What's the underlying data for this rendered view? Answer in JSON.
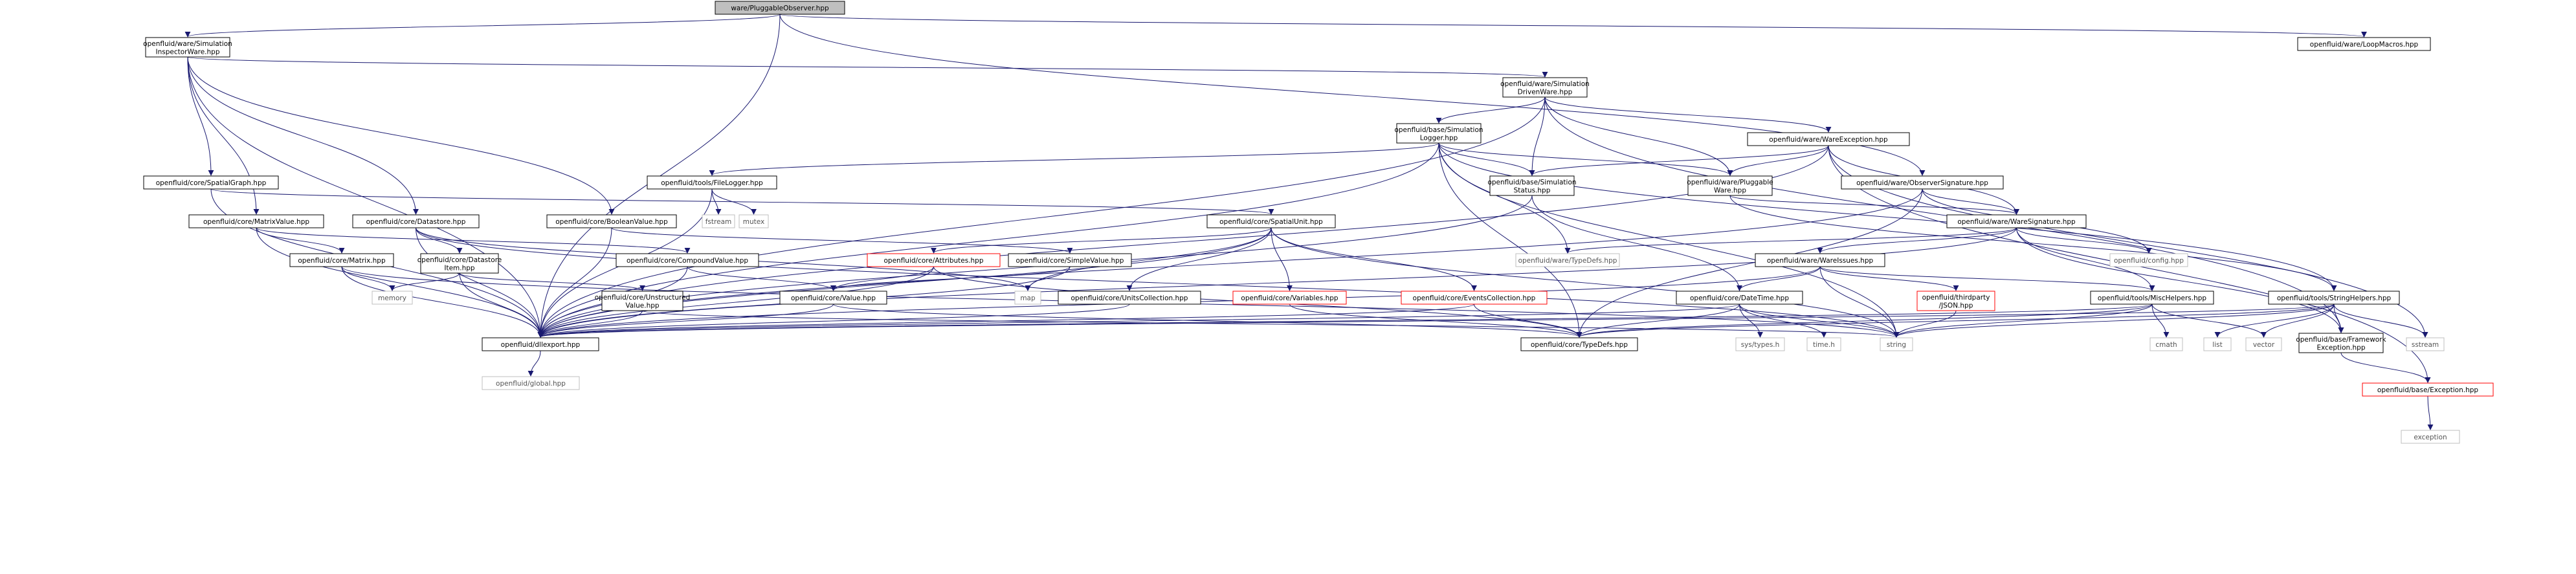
{
  "graph": {
    "nodes": [
      {
        "id": "root",
        "label": [
          "ware/PluggableObserver.hpp"
        ],
        "style": "root"
      },
      {
        "id": "siw",
        "label": [
          "openfluid/ware/Simulation",
          "InspectorWare.hpp"
        ],
        "style": "normal"
      },
      {
        "id": "loopmacros",
        "label": [
          "openfluid/ware/LoopMacros.hpp"
        ],
        "style": "normal"
      },
      {
        "id": "sdw",
        "label": [
          "openfluid/ware/Simulation",
          "DrivenWare.hpp"
        ],
        "style": "normal"
      },
      {
        "id": "simlogger",
        "label": [
          "openfluid/base/Simulation",
          "Logger.hpp"
        ],
        "style": "normal"
      },
      {
        "id": "wareexc",
        "label": [
          "openfluid/ware/WareException.hpp"
        ],
        "style": "normal"
      },
      {
        "id": "spatialgraph",
        "label": [
          "openfluid/core/SpatialGraph.hpp"
        ],
        "style": "normal"
      },
      {
        "id": "filelogger",
        "label": [
          "openfluid/tools/FileLogger.hpp"
        ],
        "style": "normal"
      },
      {
        "id": "simstatus",
        "label": [
          "openfluid/base/Simulation",
          "Status.hpp"
        ],
        "style": "normal"
      },
      {
        "id": "pluggableware",
        "label": [
          "openfluid/ware/Pluggable",
          "Ware.hpp"
        ],
        "style": "normal"
      },
      {
        "id": "obssig",
        "label": [
          "openfluid/ware/ObserverSignature.hpp"
        ],
        "style": "normal"
      },
      {
        "id": "matrixvalue",
        "label": [
          "openfluid/core/MatrixValue.hpp"
        ],
        "style": "normal"
      },
      {
        "id": "datastore",
        "label": [
          "openfluid/core/Datastore.hpp"
        ],
        "style": "normal"
      },
      {
        "id": "booleanvalue",
        "label": [
          "openfluid/core/BooleanValue.hpp"
        ],
        "style": "normal"
      },
      {
        "id": "fstream",
        "label": [
          "fstream"
        ],
        "style": "sys"
      },
      {
        "id": "mutex",
        "label": [
          "mutex"
        ],
        "style": "sys"
      },
      {
        "id": "spatialunit",
        "label": [
          "openfluid/core/SpatialUnit.hpp"
        ],
        "style": "normal"
      },
      {
        "id": "waresig",
        "label": [
          "openfluid/ware/WareSignature.hpp"
        ],
        "style": "normal"
      },
      {
        "id": "matrix",
        "label": [
          "openfluid/core/Matrix.hpp"
        ],
        "style": "normal"
      },
      {
        "id": "dsitem",
        "label": [
          "openfluid/core/Datastore",
          "Item.hpp"
        ],
        "style": "normal"
      },
      {
        "id": "compoundvalue",
        "label": [
          "openfluid/core/CompoundValue.hpp"
        ],
        "style": "normal"
      },
      {
        "id": "attributes",
        "label": [
          "openfluid/core/Attributes.hpp"
        ],
        "style": "red"
      },
      {
        "id": "simplevalue",
        "label": [
          "openfluid/core/SimpleValue.hpp"
        ],
        "style": "normal"
      },
      {
        "id": "waretypedefs",
        "label": [
          "openfluid/ware/TypeDefs.hpp"
        ],
        "style": "sys"
      },
      {
        "id": "wareissues",
        "label": [
          "openfluid/ware/WareIssues.hpp"
        ],
        "style": "normal"
      },
      {
        "id": "config",
        "label": [
          "openfluid/config.hpp"
        ],
        "style": "sys"
      },
      {
        "id": "memory",
        "label": [
          "memory"
        ],
        "style": "sys"
      },
      {
        "id": "unstructured",
        "label": [
          "openfluid/core/Unstructured",
          "Value.hpp"
        ],
        "style": "normal"
      },
      {
        "id": "value",
        "label": [
          "openfluid/core/Value.hpp"
        ],
        "style": "normal"
      },
      {
        "id": "map",
        "label": [
          "map"
        ],
        "style": "sys"
      },
      {
        "id": "unitscoll",
        "label": [
          "openfluid/core/UnitsCollection.hpp"
        ],
        "style": "normal"
      },
      {
        "id": "variables",
        "label": [
          "openfluid/core/Variables.hpp"
        ],
        "style": "red"
      },
      {
        "id": "eventscoll",
        "label": [
          "openfluid/core/EventsCollection.hpp"
        ],
        "style": "red"
      },
      {
        "id": "datetime",
        "label": [
          "openfluid/core/DateTime.hpp"
        ],
        "style": "normal"
      },
      {
        "id": "json",
        "label": [
          "openfluid/thirdparty",
          "/JSON.hpp"
        ],
        "style": "red"
      },
      {
        "id": "mischelpers",
        "label": [
          "openfluid/tools/MiscHelpers.hpp"
        ],
        "style": "normal"
      },
      {
        "id": "stringhelpers",
        "label": [
          "openfluid/tools/StringHelpers.hpp"
        ],
        "style": "normal"
      },
      {
        "id": "dllexport",
        "label": [
          "openfluid/dllexport.hpp"
        ],
        "style": "normal"
      },
      {
        "id": "coretypedefs",
        "label": [
          "openfluid/core/TypeDefs.hpp"
        ],
        "style": "normal"
      },
      {
        "id": "systypes",
        "label": [
          "sys/types.h"
        ],
        "style": "sys"
      },
      {
        "id": "timeh",
        "label": [
          "time.h"
        ],
        "style": "sys"
      },
      {
        "id": "string",
        "label": [
          "string"
        ],
        "style": "sys"
      },
      {
        "id": "cmath",
        "label": [
          "cmath"
        ],
        "style": "sys"
      },
      {
        "id": "list",
        "label": [
          "list"
        ],
        "style": "sys"
      },
      {
        "id": "vector",
        "label": [
          "vector"
        ],
        "style": "sys"
      },
      {
        "id": "frameworkexc",
        "label": [
          "openfluid/base/Framework",
          "Exception.hpp"
        ],
        "style": "normal"
      },
      {
        "id": "sstream",
        "label": [
          "sstream"
        ],
        "style": "sys"
      },
      {
        "id": "global",
        "label": [
          "openfluid/global.hpp"
        ],
        "style": "sys"
      },
      {
        "id": "baseexc",
        "label": [
          "openfluid/base/Exception.hpp"
        ],
        "style": "red"
      },
      {
        "id": "exception",
        "label": [
          "exception"
        ],
        "style": "sys"
      }
    ],
    "edges": [
      [
        "root",
        "siw"
      ],
      [
        "root",
        "loopmacros"
      ],
      [
        "root",
        "obssig"
      ],
      [
        "root",
        "dllexport"
      ],
      [
        "siw",
        "sdw"
      ],
      [
        "siw",
        "spatialgraph"
      ],
      [
        "siw",
        "matrixvalue"
      ],
      [
        "siw",
        "datastore"
      ],
      [
        "siw",
        "booleanvalue"
      ],
      [
        "siw",
        "dllexport"
      ],
      [
        "sdw",
        "simlogger"
      ],
      [
        "sdw",
        "wareexc"
      ],
      [
        "sdw",
        "simstatus"
      ],
      [
        "sdw",
        "pluggableware"
      ],
      [
        "sdw",
        "frameworkexc"
      ],
      [
        "sdw",
        "dllexport"
      ],
      [
        "simlogger",
        "filelogger"
      ],
      [
        "simlogger",
        "simstatus"
      ],
      [
        "simlogger",
        "pluggableware"
      ],
      [
        "simlogger",
        "waretypedefs"
      ],
      [
        "simlogger",
        "stringhelpers"
      ],
      [
        "simlogger",
        "coretypedefs"
      ],
      [
        "simlogger",
        "string"
      ],
      [
        "simlogger",
        "dllexport"
      ],
      [
        "wareexc",
        "simstatus"
      ],
      [
        "wareexc",
        "pluggableware"
      ],
      [
        "wareexc",
        "waresig"
      ],
      [
        "wareexc",
        "sstream"
      ],
      [
        "wareexc",
        "baseexc"
      ],
      [
        "wareexc",
        "dllexport"
      ],
      [
        "filelogger",
        "fstream"
      ],
      [
        "filelogger",
        "mutex"
      ],
      [
        "filelogger",
        "dllexport"
      ],
      [
        "simstatus",
        "datetime"
      ],
      [
        "simstatus",
        "dllexport"
      ],
      [
        "pluggableware",
        "waresig"
      ],
      [
        "pluggableware",
        "stringhelpers"
      ],
      [
        "obssig",
        "waresig"
      ],
      [
        "obssig",
        "config"
      ],
      [
        "obssig",
        "coretypedefs"
      ],
      [
        "obssig",
        "dllexport"
      ],
      [
        "spatialgraph",
        "spatialunit"
      ],
      [
        "spatialgraph",
        "dllexport"
      ],
      [
        "matrixvalue",
        "matrix"
      ],
      [
        "matrixvalue",
        "compoundvalue"
      ],
      [
        "matrixvalue",
        "dllexport"
      ],
      [
        "datastore",
        "dsitem"
      ],
      [
        "datastore",
        "map"
      ],
      [
        "datastore",
        "string"
      ],
      [
        "datastore",
        "dllexport"
      ],
      [
        "booleanvalue",
        "simplevalue"
      ],
      [
        "booleanvalue",
        "dllexport"
      ],
      [
        "spatialunit",
        "attributes"
      ],
      [
        "spatialunit",
        "variables"
      ],
      [
        "spatialunit",
        "eventscoll"
      ],
      [
        "spatialunit",
        "unitscoll"
      ],
      [
        "spatialunit",
        "map"
      ],
      [
        "spatialunit",
        "string"
      ],
      [
        "spatialunit",
        "dllexport"
      ],
      [
        "waresig",
        "waretypedefs"
      ],
      [
        "waresig",
        "wareissues"
      ],
      [
        "waresig",
        "config"
      ],
      [
        "waresig",
        "mischelpers"
      ],
      [
        "waresig",
        "frameworkexc"
      ],
      [
        "waresig",
        "dllexport"
      ],
      [
        "matrix",
        "memory"
      ],
      [
        "matrix",
        "string"
      ],
      [
        "matrix",
        "dllexport"
      ],
      [
        "dsitem",
        "memory"
      ],
      [
        "dsitem",
        "unstructured"
      ],
      [
        "dsitem",
        "dllexport"
      ],
      [
        "compoundvalue",
        "value"
      ],
      [
        "compoundvalue",
        "dllexport"
      ],
      [
        "attributes",
        "value"
      ],
      [
        "attributes",
        "coretypedefs"
      ],
      [
        "attributes",
        "dllexport"
      ],
      [
        "simplevalue",
        "value"
      ],
      [
        "simplevalue",
        "dllexport"
      ],
      [
        "wareissues",
        "json"
      ],
      [
        "wareissues",
        "datetime"
      ],
      [
        "wareissues",
        "mischelpers"
      ],
      [
        "wareissues",
        "string"
      ],
      [
        "wareissues",
        "dllexport"
      ],
      [
        "unstructured",
        "string"
      ],
      [
        "unstructured",
        "dllexport"
      ],
      [
        "value",
        "coretypedefs"
      ],
      [
        "value",
        "dllexport"
      ],
      [
        "unitscoll",
        "dllexport"
      ],
      [
        "variables",
        "coretypedefs"
      ],
      [
        "eventscoll",
        "coretypedefs"
      ],
      [
        "eventscoll",
        "dllexport"
      ],
      [
        "datetime",
        "systypes"
      ],
      [
        "datetime",
        "timeh"
      ],
      [
        "datetime",
        "string"
      ],
      [
        "datetime",
        "coretypedefs"
      ],
      [
        "datetime",
        "dllexport"
      ],
      [
        "json",
        "string"
      ],
      [
        "mischelpers",
        "cmath"
      ],
      [
        "mischelpers",
        "string"
      ],
      [
        "mischelpers",
        "vector"
      ],
      [
        "mischelpers",
        "coretypedefs"
      ],
      [
        "mischelpers",
        "dllexport"
      ],
      [
        "stringhelpers",
        "string"
      ],
      [
        "stringhelpers",
        "vector"
      ],
      [
        "stringhelpers",
        "list"
      ],
      [
        "stringhelpers",
        "sstream"
      ],
      [
        "stringhelpers",
        "frameworkexc"
      ],
      [
        "stringhelpers",
        "coretypedefs"
      ],
      [
        "stringhelpers",
        "dllexport"
      ],
      [
        "frameworkexc",
        "baseexc"
      ],
      [
        "baseexc",
        "exception"
      ],
      [
        "dllexport",
        "global"
      ]
    ]
  }
}
